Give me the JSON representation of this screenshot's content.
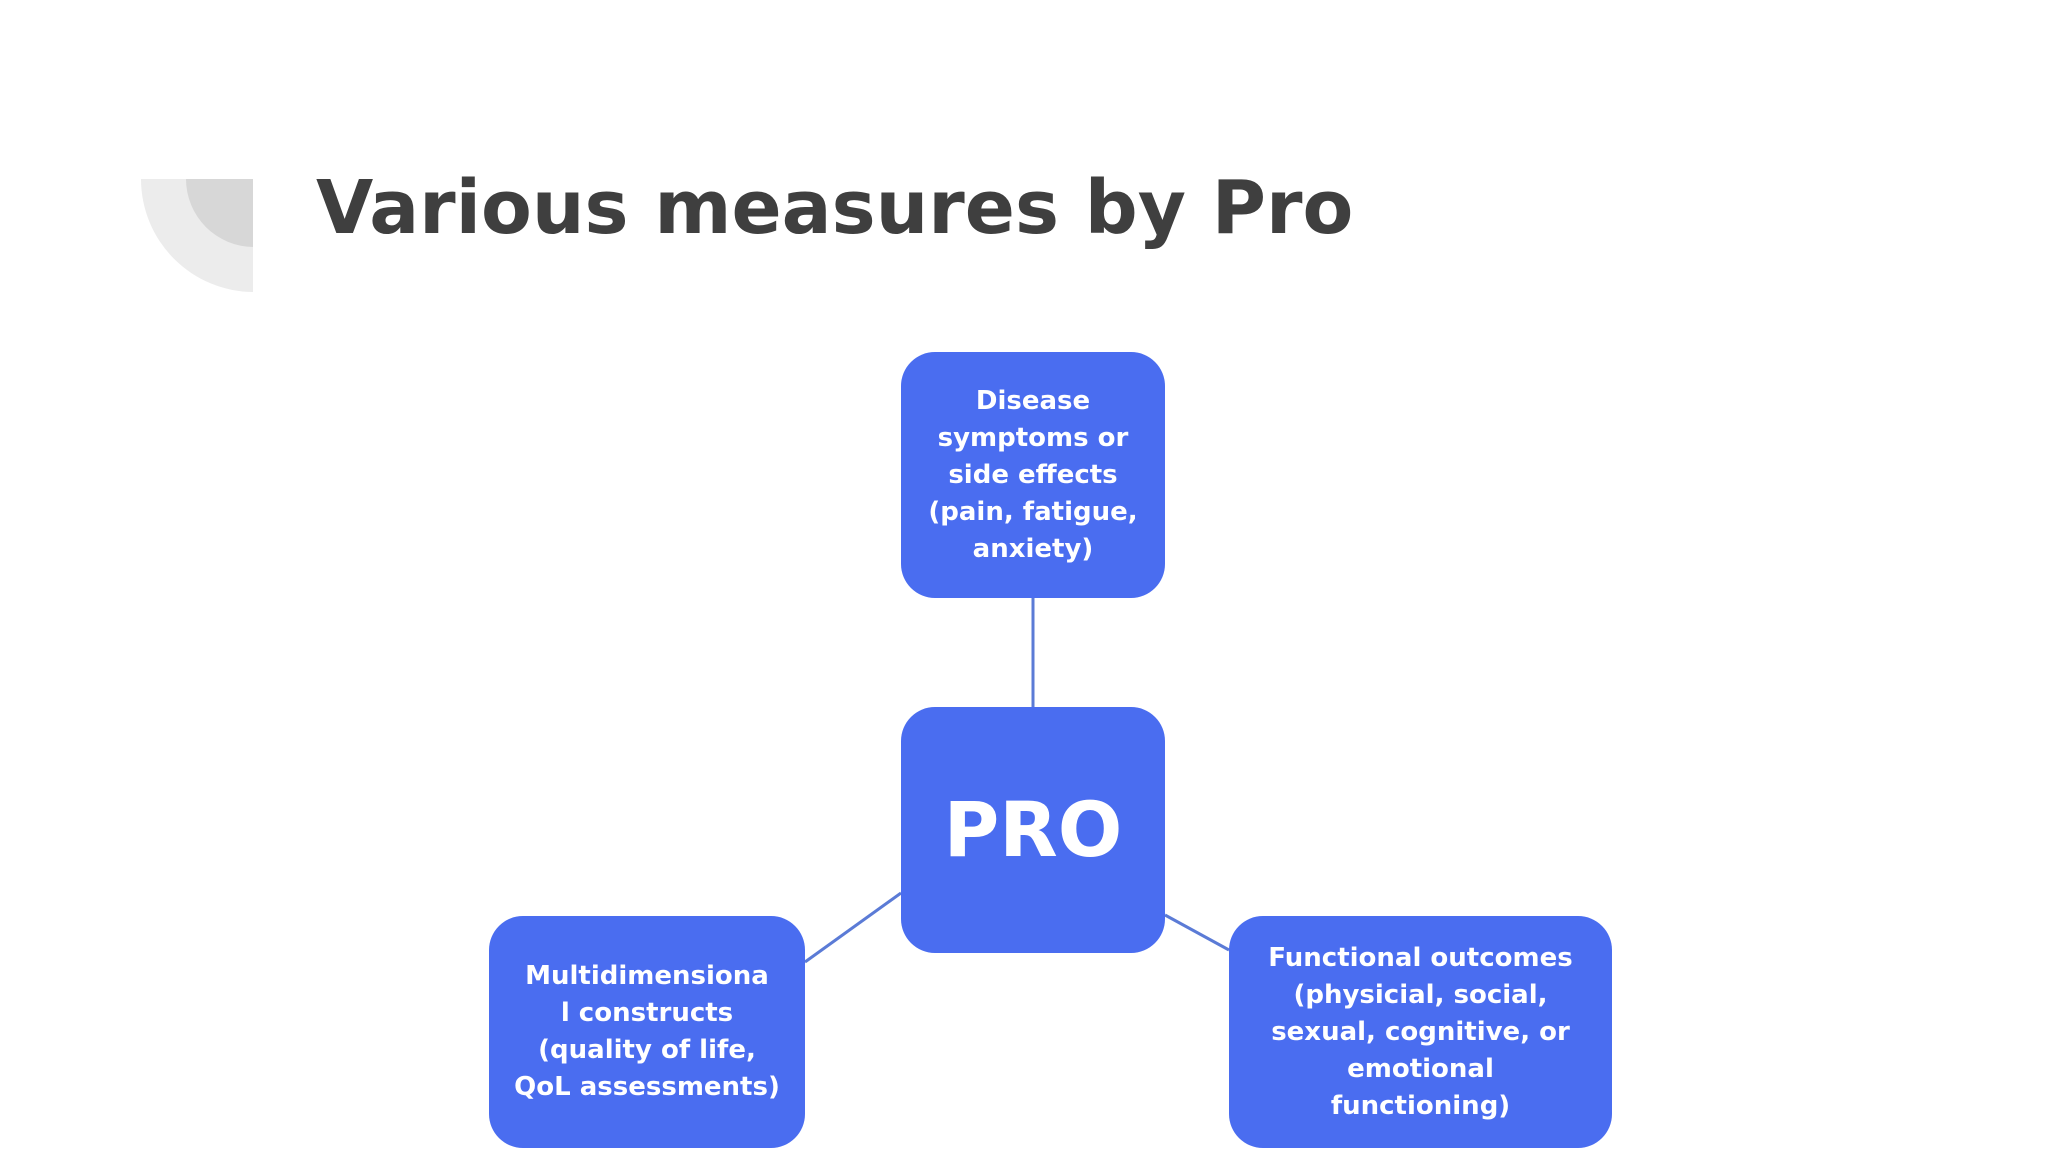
{
  "slide": {
    "title": "Various measures by Pro"
  },
  "diagram": {
    "center": {
      "label": "PRO"
    },
    "nodes": {
      "top": {
        "label": "Disease\nsymptoms or\nside effects\n(pain, fatigue,\nanxiety)"
      },
      "left": {
        "label": "Multidimensiona\nl constructs\n(quality of life,\nQoL assessments)"
      },
      "right": {
        "label": "Functional outcomes\n(physicial, social,\nsexual, cognitive, or\nemotional\nfunctioning)"
      }
    },
    "colors": {
      "node_fill": "#4a6df0",
      "node_text": "#ffffff",
      "connector": "#5b7bd6",
      "title_text": "#3f3f3f"
    }
  }
}
